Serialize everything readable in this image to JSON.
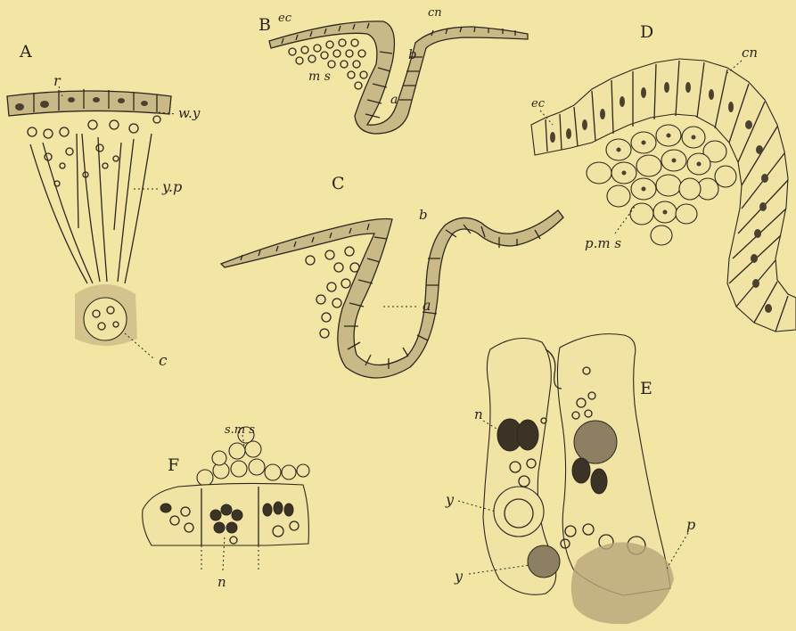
{
  "figures": {
    "A": {
      "letter": "A",
      "labels": {
        "r": "r",
        "wy": "w.y",
        "yp": "y.p",
        "c": "c"
      }
    },
    "B": {
      "letter": "B",
      "labels": {
        "ec": "ec",
        "cn": "cn",
        "b": "b",
        "ms": "m s",
        "a": "a"
      }
    },
    "C": {
      "letter": "C",
      "labels": {
        "b": "b",
        "a": "a"
      }
    },
    "D": {
      "letter": "D",
      "labels": {
        "ec": "ec",
        "cn": "cn",
        "pms": "p.m s"
      }
    },
    "E": {
      "letter": "E",
      "labels": {
        "n": "n",
        "y1": "y",
        "y2": "y",
        "p": "p"
      }
    },
    "F": {
      "letter": "F",
      "labels": {
        "sms": "s.m s",
        "n": "n"
      }
    }
  }
}
